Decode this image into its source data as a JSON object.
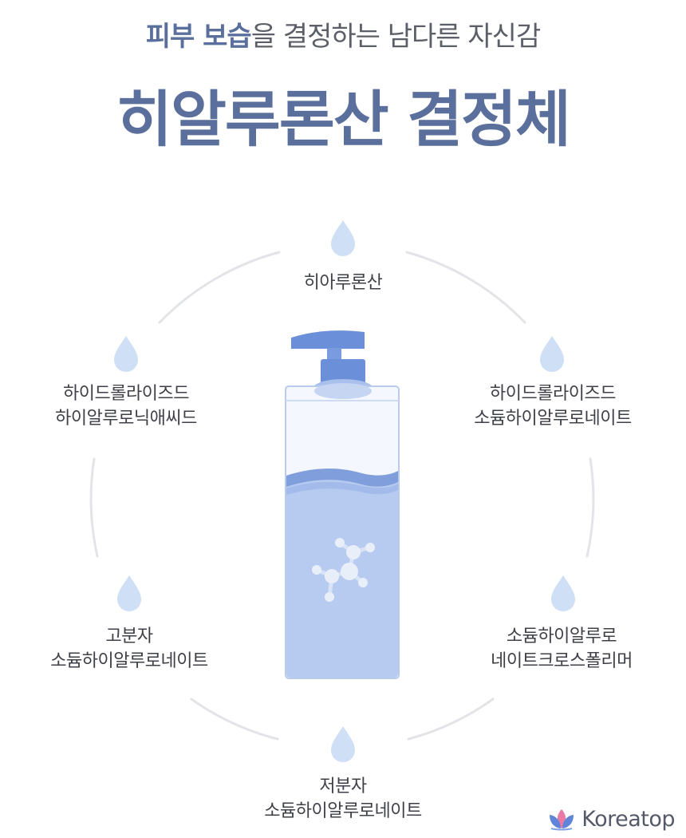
{
  "headline": {
    "accent": "피부 보습",
    "rest": "을 결정하는 남다른 자신감"
  },
  "title": "히알루론산 결정체",
  "ingredients": [
    {
      "lines": [
        "히아루론산"
      ]
    },
    {
      "lines": [
        "하이드롤라이즈드",
        "소듐하이알루로네이트"
      ]
    },
    {
      "lines": [
        "소듐하이알루로",
        "네이트크로스폴리머"
      ]
    },
    {
      "lines": [
        "저분자",
        "소듐하이알루로네이트"
      ]
    },
    {
      "lines": [
        "고분자",
        "소듐하이알루로네이트"
      ]
    },
    {
      "lines": [
        "하이드롤라이즈드",
        "하이알루로닉애씨드"
      ]
    }
  ],
  "brand": {
    "name": "Koreatop"
  },
  "colors": {
    "title": "#5b6f9c",
    "droplet": "#cfe0f6",
    "liquid": "#b6cbef",
    "wave": "#7f9edb",
    "pump": "#6b8fd8",
    "ring": "#e3e4e8"
  }
}
